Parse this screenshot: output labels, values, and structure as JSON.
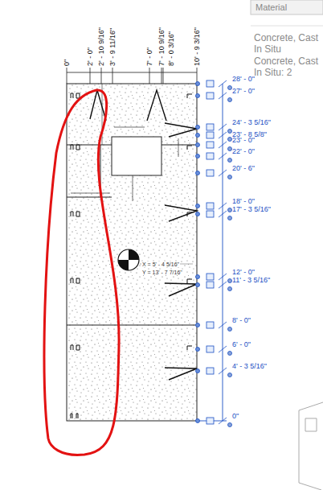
{
  "diagram": {
    "labels": [
      "Material",
      "Concrete, Cast In Situ",
      "Concrete, Cast In Situ: 2",
      "0\"",
      "2' - 0\"",
      "2' - 10 9/16\"",
      "3' - 9 11/16\"",
      "7' - 0\"",
      "7' - 10 9/16\"",
      "8' - 0 3/16\"",
      "10' - 9 3/16\"",
      "28' - 0\"",
      "27' - 0\"",
      "24' - 3 5/16\"",
      "23' - 8 5/8\"",
      "23' - 0\"",
      "22' - 0\"",
      "20' - 6\"",
      "18' - 0\"",
      "17' - 3 5/16\"",
      "12' - 0\"",
      "11' - 3 5/16\"",
      "8' - 0\"",
      "6' - 0\"",
      "4' - 3 5/16\"",
      "0\"",
      "X = 5' - 4 5/16\"",
      "Y = 13' - 7 7/16\""
    ]
  }
}
